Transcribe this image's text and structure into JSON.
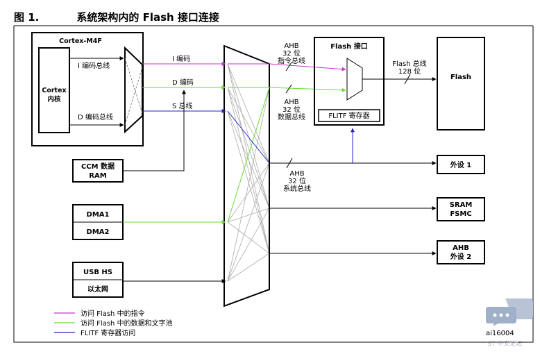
{
  "figure": {
    "number": "图 1.",
    "title": "系统架构内的 Flash 接口连接",
    "id_code": "ai16004"
  },
  "blocks": {
    "cortex_group": "Cortex-M4F",
    "cortex_core": [
      "Cortex",
      "内核"
    ],
    "ccm_ram": [
      "CCM 数据",
      "RAM"
    ],
    "dma1": "DMA1",
    "dma2": "DMA2",
    "usb_hs": "USB HS",
    "ethernet": "以太网",
    "flash_interface": "Flash 接口",
    "flitf_register": "FLITF 寄存器",
    "flash": "Flash",
    "periph1": "外设 1",
    "sram_fsmc": [
      "SRAM",
      "FSMC"
    ],
    "ahb_periph2": [
      "AHB",
      "外设 2"
    ]
  },
  "bus_labels": {
    "i_code_bus": "I 编码总线",
    "d_code_bus": "D 编码总线",
    "i_code": "I 编码",
    "d_code": "D 编码",
    "s_bus": "S 总线",
    "ahb_instr": [
      "AHB",
      "32 位",
      "指令总线"
    ],
    "ahb_data": [
      "AHB",
      "32 位",
      "数据总线"
    ],
    "ahb_system": [
      "AHB",
      "32 位",
      "系统总线"
    ],
    "flash_bus": [
      "Flash 总线",
      "128 位"
    ]
  },
  "legend": [
    {
      "label": "访问 Flash 中的指令",
      "color": "#cc33cc"
    },
    {
      "label": "访问 Flash 中的数据和文字池",
      "color": "#66dd33"
    },
    {
      "label": "FLITF 寄存器访问",
      "color": "#2222cc"
    }
  ],
  "colors": {
    "instruction_path": "#cc33cc",
    "data_path": "#66dd33",
    "register_path": "#2222cc",
    "matrix_lines": "#aaaaaa"
  },
  "watermark": {
    "icon": "chat-bubble-icon",
    "text": "ST 中文论坛"
  }
}
